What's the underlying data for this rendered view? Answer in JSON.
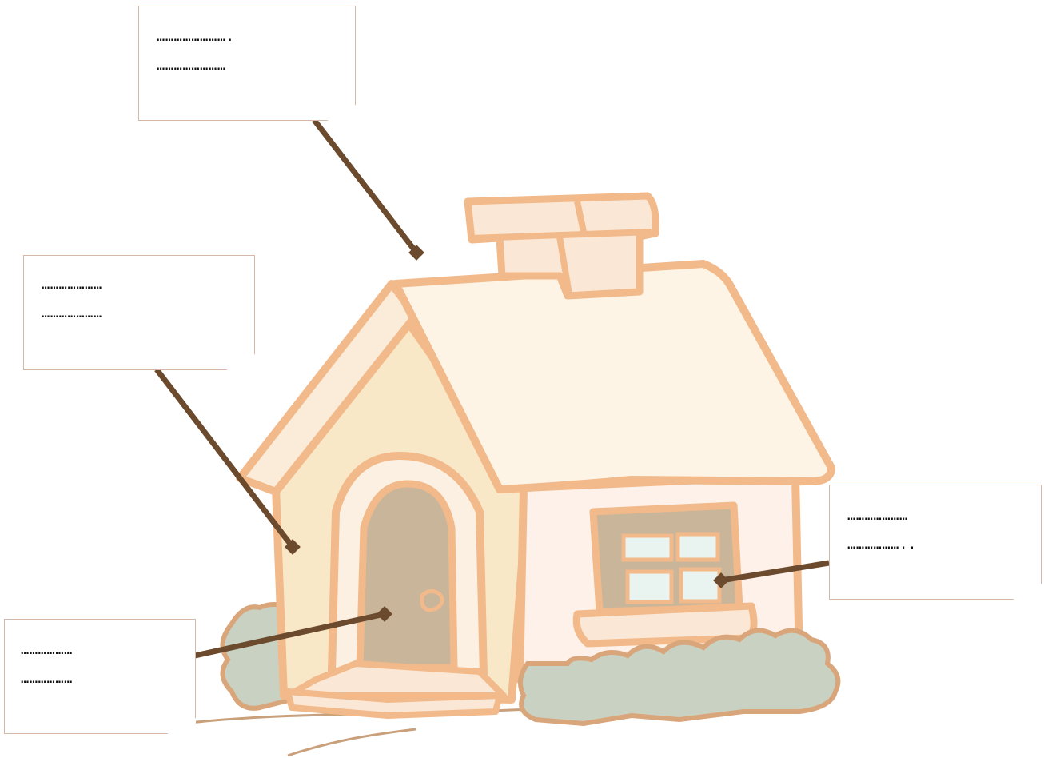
{
  "labels": [
    {
      "id": "chimney-roof",
      "line1": "…………………….",
      "line2": "……………………"
    },
    {
      "id": "wall",
      "line1": "…………………",
      "line2": "…………………"
    },
    {
      "id": "window",
      "line1": "…………………",
      "line2": "……………….."
    },
    {
      "id": "door",
      "line1": "………………",
      "line2": "………………"
    }
  ],
  "colors": {
    "outline": "#f2b98a",
    "roof_fill": "#fdf4e6",
    "front_wall": "#f9e8c8",
    "side_wall": "#fdf1e9",
    "door": "#c9b59a",
    "window_glass": "#e9f3f0",
    "bush": "#c9d2c2",
    "ground_line": "#c9a07a",
    "pointer": "#6b4a2e"
  }
}
